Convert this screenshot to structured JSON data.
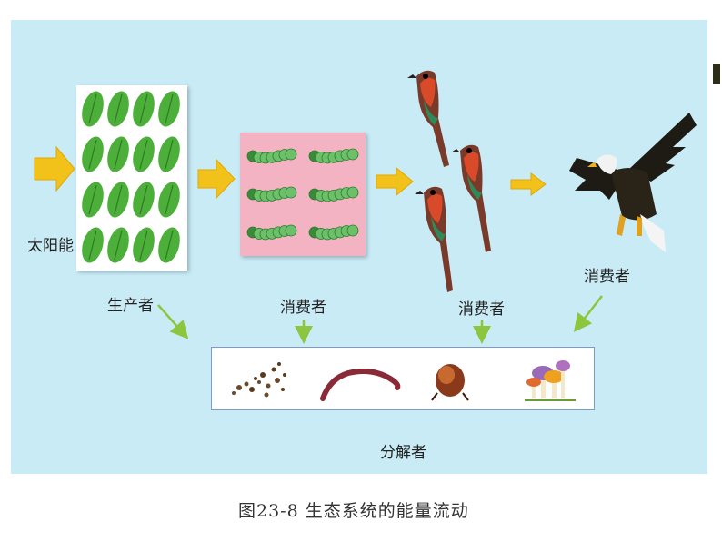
{
  "labels": {
    "sun": "太阳能",
    "producer": "生产者",
    "consumer_1": "消费者",
    "consumer_2": "消费者",
    "consumer_3": "消费者",
    "decomposer": "分解者"
  },
  "caption": "图23-8   生态系统的能量流动",
  "colors": {
    "panel": "#c9ebf6",
    "flow_arrow": "#f2c21b",
    "pointer_arrow": "#8cc63f",
    "leaf": "#4caf3a",
    "consumer_box": "#f4b3c2"
  },
  "icons": [
    "leaf-icon",
    "caterpillar-icon",
    "bird-icon",
    "eagle-icon",
    "dung-icon",
    "earthworm-icon",
    "beetle-icon",
    "mushroom-icon"
  ]
}
